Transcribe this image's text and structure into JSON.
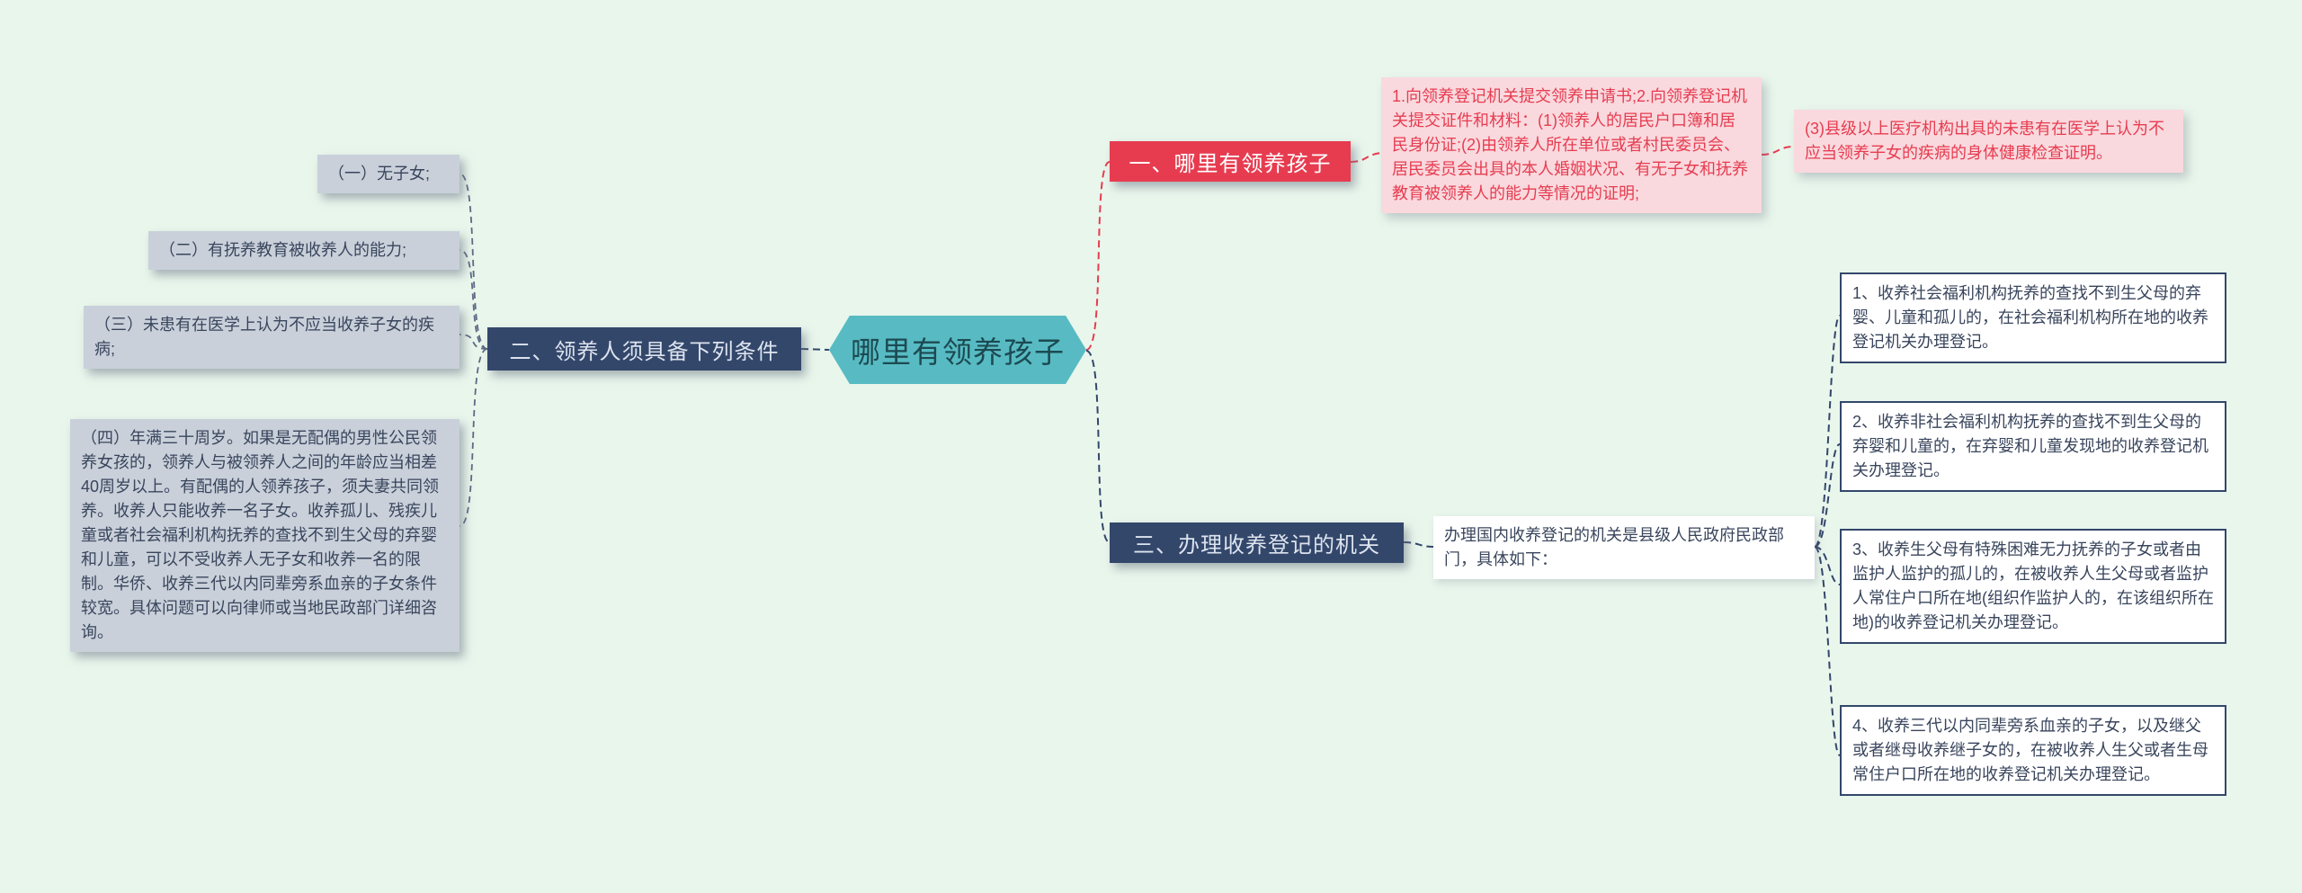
{
  "colors": {
    "background": "#e9f6ec",
    "center_fill": "#58bbc3",
    "branch_navy": "#33476b",
    "branch_red": "#e73c50",
    "item_gray_fill": "#c9d0da",
    "item_pink_fill": "#f9d9de",
    "pink_text": "#e73c50",
    "dark_text": "#39455c",
    "white": "#ffffff"
  },
  "center": {
    "label": "哪里有领养孩子"
  },
  "branch_where": {
    "label": "一、哪里有领养孩子",
    "items": [
      {
        "text": "1.向领养登记机关提交领养申请书;2.向领养登记机关提交证件和材料：(1)领养人的居民户口簿和居民身份证;(2)由领养人所在单位或者村民委员会、居民委员会出具的本人婚姻状况、有无子女和抚养教育被领养人的能力等情况的证明;"
      },
      {
        "text": "(3)县级以上医疗机构出具的未患有在医学上认为不应当领养子女的疾病的身体健康检查证明。"
      }
    ]
  },
  "branch_conditions": {
    "label": "二、领养人须具备下列条件",
    "items": [
      {
        "text": "（一）无子女;"
      },
      {
        "text": "（二）有抚养教育被收养人的能力;"
      },
      {
        "text": "（三）未患有在医学上认为不应当收养子女的疾病;"
      },
      {
        "text": "（四）年满三十周岁。如果是无配偶的男性公民领养女孩的，领养人与被领养人之间的年龄应当相差40周岁以上。有配偶的人领养孩子，须夫妻共同领养。收养人只能收养一名子女。收养孤儿、残疾儿童或者社会福利机构抚养的查找不到生父母的弃婴和儿童，可以不受收养人无子女和收养一名的限制。华侨、收养三代以内同辈旁系血亲的子女条件较宽。具体问题可以向律师或当地民政部门详细咨询。"
      }
    ]
  },
  "branch_registration": {
    "label": "三、办理收养登记的机关",
    "intro": "办理国内收养登记的机关是县级人民政府民政部门，具体如下：",
    "items": [
      {
        "text": "1、收养社会福利机构抚养的查找不到生父母的弃婴、儿童和孤儿的，在社会福利机构所在地的收养登记机关办理登记。"
      },
      {
        "text": "2、收养非社会福利机构抚养的查找不到生父母的弃婴和儿童的，在弃婴和儿童发现地的收养登记机关办理登记。"
      },
      {
        "text": "3、收养生父母有特殊困难无力抚养的子女或者由监护人监护的孤儿的，在被收养人生父母或者监护人常住户口所在地(组织作监护人的，在该组织所在地)的收养登记机关办理登记。"
      },
      {
        "text": "4、收养三代以内同辈旁系血亲的子女，以及继父或者继母收养继子女的，在被收养人生父或者生母常住户口所在地的收养登记机关办理登记。"
      }
    ]
  }
}
